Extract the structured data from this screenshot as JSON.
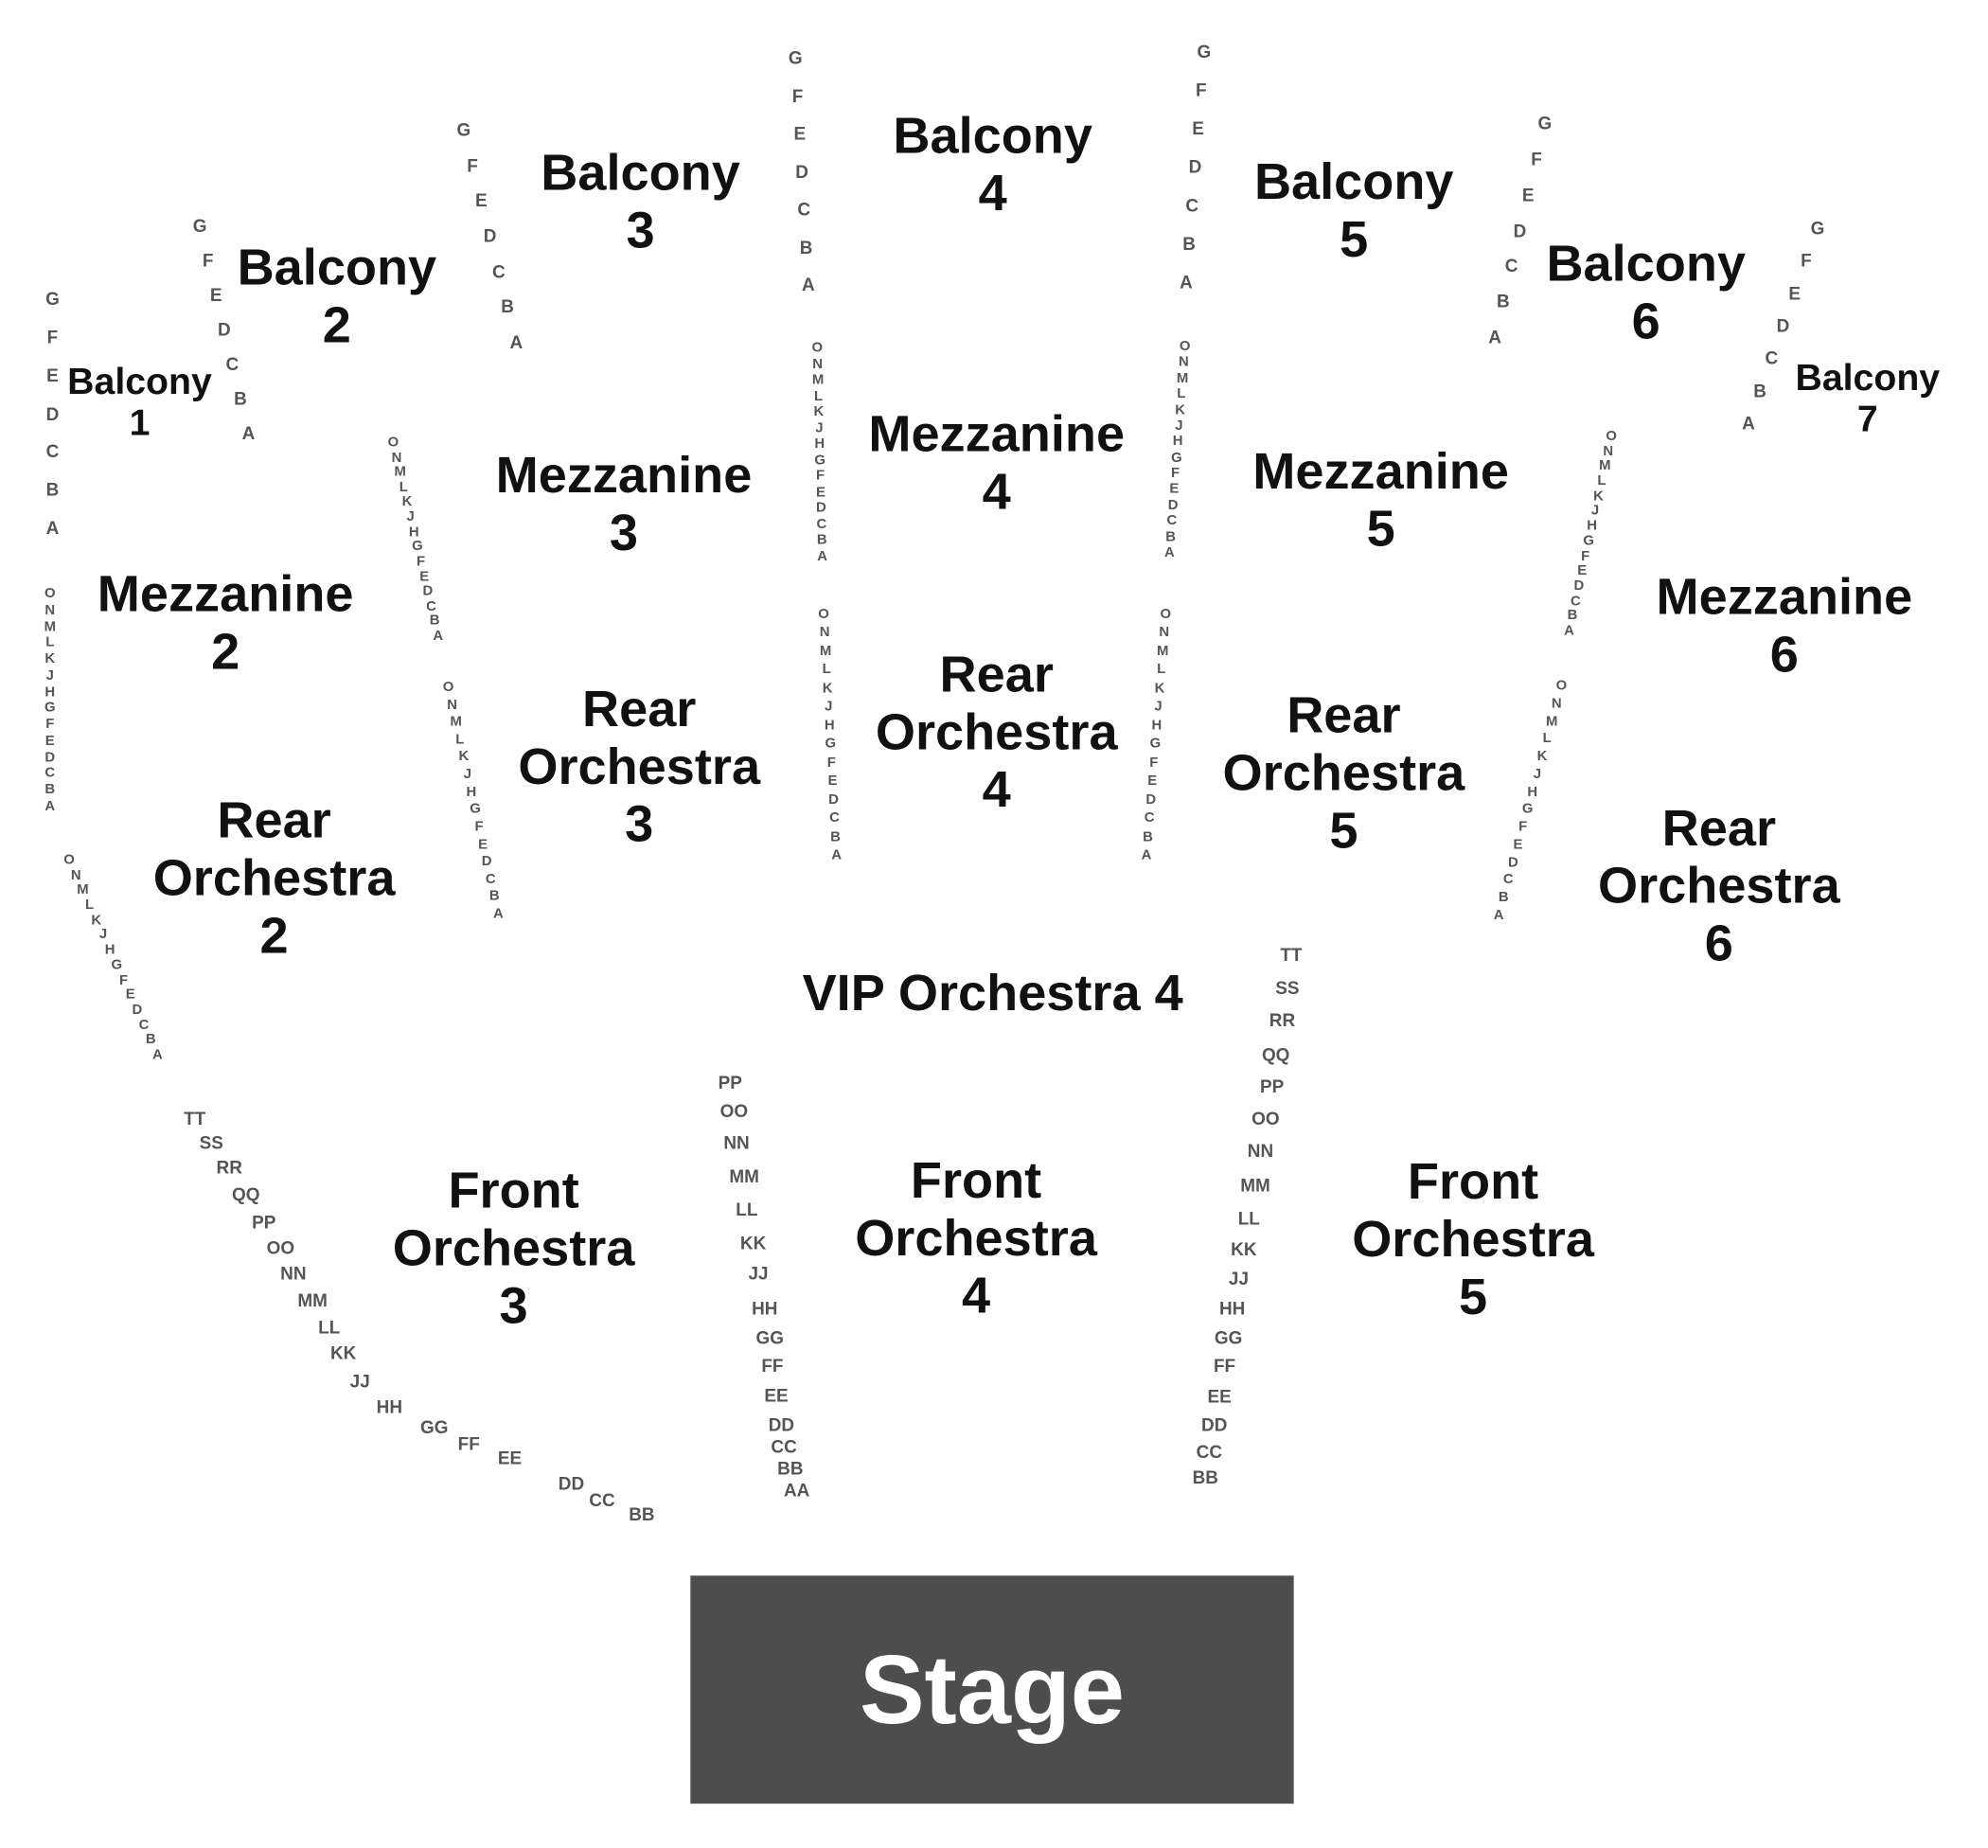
{
  "stage": {
    "label": "Stage",
    "color": "#4d4d4d"
  },
  "colors": {
    "section_text": "#111111",
    "row_text": "#555555",
    "background": "#ffffff"
  },
  "sections": [
    {
      "id": "balcony-1",
      "lines": [
        "Balcony",
        "1"
      ]
    },
    {
      "id": "balcony-2",
      "lines": [
        "Balcony",
        "2"
      ]
    },
    {
      "id": "balcony-3",
      "lines": [
        "Balcony",
        "3"
      ]
    },
    {
      "id": "balcony-4",
      "lines": [
        "Balcony",
        "4"
      ]
    },
    {
      "id": "balcony-5",
      "lines": [
        "Balcony",
        "5"
      ]
    },
    {
      "id": "balcony-6",
      "lines": [
        "Balcony",
        "6"
      ]
    },
    {
      "id": "balcony-7",
      "lines": [
        "Balcony",
        "7"
      ]
    },
    {
      "id": "mezzanine-2",
      "lines": [
        "Mezzanine",
        "2"
      ]
    },
    {
      "id": "mezzanine-3",
      "lines": [
        "Mezzanine",
        "3"
      ]
    },
    {
      "id": "mezzanine-4",
      "lines": [
        "Mezzanine",
        "4"
      ]
    },
    {
      "id": "mezzanine-5",
      "lines": [
        "Mezzanine",
        "5"
      ]
    },
    {
      "id": "mezzanine-6",
      "lines": [
        "Mezzanine",
        "6"
      ]
    },
    {
      "id": "rear-orchestra-2",
      "lines": [
        "Rear",
        "Orchestra",
        "2"
      ]
    },
    {
      "id": "rear-orchestra-3",
      "lines": [
        "Rear",
        "Orchestra",
        "3"
      ]
    },
    {
      "id": "rear-orchestra-4",
      "lines": [
        "Rear",
        "Orchestra",
        "4"
      ]
    },
    {
      "id": "rear-orchestra-5",
      "lines": [
        "Rear",
        "Orchestra",
        "5"
      ]
    },
    {
      "id": "rear-orchestra-6",
      "lines": [
        "Rear",
        "Orchestra",
        "6"
      ]
    },
    {
      "id": "vip-orchestra-4",
      "lines": [
        "VIP Orchestra 4"
      ]
    },
    {
      "id": "front-orchestra-3",
      "lines": [
        "Front",
        "Orchestra",
        "3"
      ]
    },
    {
      "id": "front-orchestra-4",
      "lines": [
        "Front",
        "Orchestra",
        "4"
      ]
    },
    {
      "id": "front-orchestra-5",
      "lines": [
        "Front",
        "Orchestra",
        "5"
      ]
    }
  ],
  "row_groups": [
    {
      "id": "balcony-1-rows",
      "labels": [
        "G",
        "F",
        "E",
        "D",
        "C",
        "B",
        "A"
      ]
    },
    {
      "id": "balcony-2-rows",
      "labels": [
        "G",
        "F",
        "E",
        "D",
        "C",
        "B",
        "A"
      ]
    },
    {
      "id": "balcony-3-rows",
      "labels": [
        "G",
        "F",
        "E",
        "D",
        "C",
        "B",
        "A"
      ]
    },
    {
      "id": "balcony-4-rows",
      "labels": [
        "G",
        "F",
        "E",
        "D",
        "C",
        "B",
        "A"
      ]
    },
    {
      "id": "balcony-5-rows",
      "labels": [
        "G",
        "F",
        "E",
        "D",
        "C",
        "B",
        "A"
      ]
    },
    {
      "id": "balcony-6-rows",
      "labels": [
        "G",
        "F",
        "E",
        "D",
        "C",
        "B",
        "A"
      ]
    },
    {
      "id": "balcony-7-rows",
      "labels": [
        "G",
        "F",
        "E",
        "D",
        "C",
        "B",
        "A"
      ]
    },
    {
      "id": "mezzanine-2-rows",
      "labels": [
        "O",
        "N",
        "M",
        "L",
        "K",
        "J",
        "H",
        "G",
        "F",
        "E",
        "D",
        "C",
        "B",
        "A"
      ]
    },
    {
      "id": "mezzanine-3-rows",
      "labels": [
        "O",
        "N",
        "M",
        "L",
        "K",
        "J",
        "H",
        "G",
        "F",
        "E",
        "D",
        "C",
        "B",
        "A"
      ]
    },
    {
      "id": "mezzanine-4-left-rows",
      "labels": [
        "O",
        "N",
        "M",
        "L",
        "K",
        "J",
        "H",
        "G",
        "F",
        "E",
        "D",
        "C",
        "B",
        "A"
      ]
    },
    {
      "id": "mezzanine-4-right-rows",
      "labels": [
        "O",
        "N",
        "M",
        "L",
        "K",
        "J",
        "H",
        "G",
        "F",
        "E",
        "D",
        "C",
        "B",
        "A"
      ]
    },
    {
      "id": "mezzanine-6-rows",
      "labels": [
        "O",
        "N",
        "M",
        "L",
        "K",
        "J",
        "H",
        "G",
        "F",
        "E",
        "D",
        "C",
        "B",
        "A"
      ]
    },
    {
      "id": "rear-orchestra-2-rows",
      "labels": [
        "O",
        "N",
        "M",
        "L",
        "K",
        "J",
        "H",
        "G",
        "F",
        "E",
        "D",
        "C",
        "B",
        "A"
      ]
    },
    {
      "id": "rear-orchestra-3-rows",
      "labels": [
        "O",
        "N",
        "M",
        "L",
        "K",
        "J",
        "H",
        "G",
        "F",
        "E",
        "D",
        "C",
        "B",
        "A"
      ]
    },
    {
      "id": "rear-orchestra-4-left-rows",
      "labels": [
        "O",
        "N",
        "M",
        "L",
        "K",
        "J",
        "H",
        "G",
        "F",
        "E",
        "D",
        "C",
        "B",
        "A"
      ]
    },
    {
      "id": "rear-orchestra-4-right-rows",
      "labels": [
        "O",
        "N",
        "M",
        "L",
        "K",
        "J",
        "H",
        "G",
        "F",
        "E",
        "D",
        "C",
        "B",
        "A"
      ]
    },
    {
      "id": "rear-orchestra-6-rows",
      "labels": [
        "O",
        "N",
        "M",
        "L",
        "K",
        "J",
        "H",
        "G",
        "F",
        "E",
        "D",
        "C",
        "B",
        "A"
      ]
    },
    {
      "id": "front-orchestra-3-rows",
      "labels": [
        "TT",
        "SS",
        "RR",
        "QQ",
        "PP",
        "OO",
        "NN",
        "MM",
        "LL",
        "KK",
        "JJ",
        "HH",
        "GG",
        "FF",
        "EE",
        "DD",
        "CC",
        "BB"
      ]
    },
    {
      "id": "front-orchestra-4-rows",
      "labels": [
        "PP",
        "OO",
        "NN",
        "MM",
        "LL",
        "KK",
        "JJ",
        "HH",
        "GG",
        "FF",
        "EE",
        "DD",
        "CC",
        "BB",
        "AA"
      ]
    },
    {
      "id": "front-orchestra-5-rows",
      "labels": [
        "TT",
        "SS",
        "RR",
        "QQ",
        "PP",
        "OO",
        "NN",
        "MM",
        "LL",
        "KK",
        "JJ",
        "HH",
        "GG",
        "FF",
        "EE",
        "DD",
        "CC",
        "BB"
      ]
    }
  ]
}
